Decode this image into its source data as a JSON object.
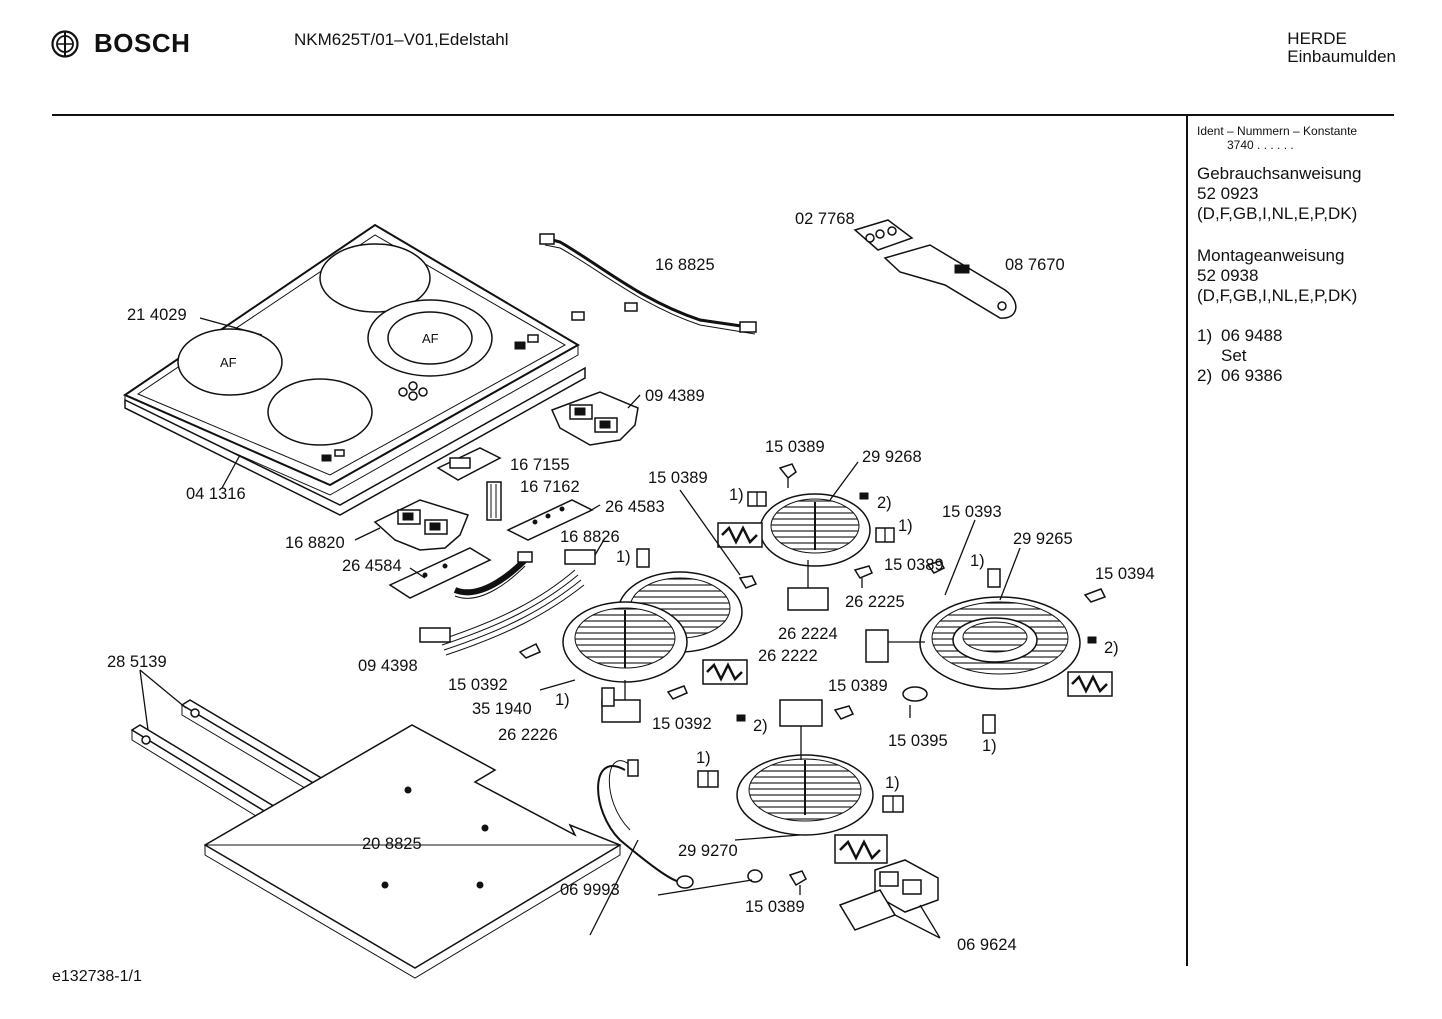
{
  "header": {
    "brand": "BOSCH",
    "model": "NKM625T/01–V01,Edelstahl",
    "category_line1": "HERDE",
    "category_line2": "Einbaumulden"
  },
  "side_panel": {
    "ident_label": "Ident – Nummern – Konstante",
    "ident_value": "3740 . . . . . .",
    "manual_title": "Gebrauchsanweisung",
    "manual_number": "52 0923",
    "manual_langs": "(D,F,GB,I,NL,E,P,DK)",
    "assembly_title": "Montageanweisung",
    "assembly_number": "52 0938",
    "assembly_langs": "(D,F,GB,I,NL,E,P,DK)",
    "ref1_marker": "1)",
    "ref1_number": "06 9488",
    "ref1_note": "Set",
    "ref2_marker": "2)",
    "ref2_number": "06 9386"
  },
  "part_labels": {
    "p214029": "21 4029",
    "p168825": "16 8825",
    "p027768": "02 7768",
    "p087670": "08 7670",
    "p094389": "09 4389",
    "p041316": "04 1316",
    "p167155": "16 7155",
    "p167162": "16 7162",
    "p264583": "26 4583",
    "p168820": "16 8820",
    "p168826": "16 8826",
    "p264584": "26 4584",
    "p094398": "09 4398",
    "p285139": "28 5139",
    "p208825": "20 8825",
    "p069993": "06 9993",
    "p069624": "06 9624",
    "p150389a": "15 0389",
    "p150389b": "15 0389",
    "p150389c": "15 0389",
    "p150389d": "15 0389",
    "p150389e": "15 0389",
    "p299268": "29 9268",
    "p150393": "15 0393",
    "p299265": "29 9265",
    "p150394": "15 0394",
    "p262225": "26 2225",
    "p262224": "26 2224",
    "p262222": "26 2222",
    "p150392a": "15 0392",
    "p150392b": "15 0392",
    "p351940": "35 1940",
    "p262226": "26 2226",
    "p150395": "15 0395",
    "p299270": "29 9270"
  },
  "markers": {
    "one": "1)",
    "two": "2)"
  },
  "cooktop_zone_text": "AF",
  "footer": {
    "drawing_id": "e132738-1/1"
  }
}
